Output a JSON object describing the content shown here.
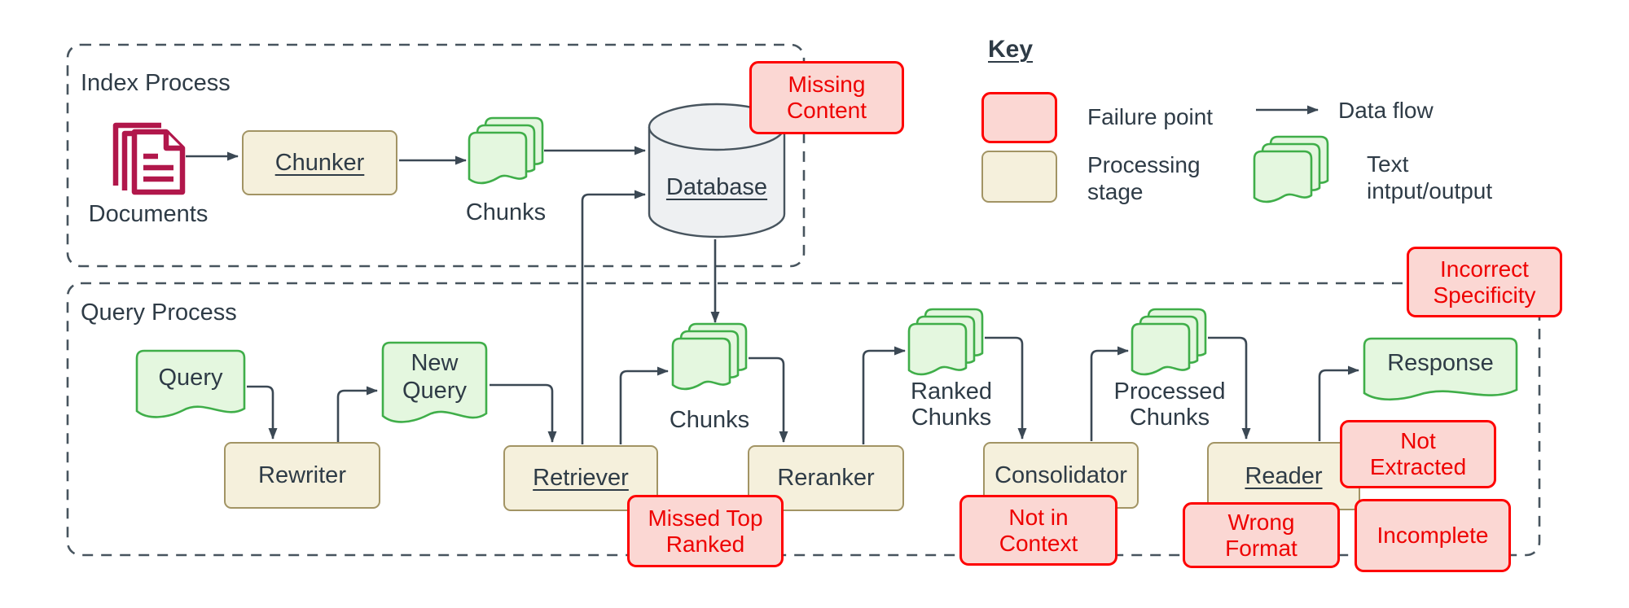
{
  "index_process": {
    "title": "Index Process",
    "documents_label": "Documents",
    "chunker_label": "Chunker",
    "chunks_label": "Chunks",
    "database_label": "Database",
    "failures": {
      "missing_content": "Missing Content"
    }
  },
  "query_process": {
    "title": "Query Process",
    "query_label": "Query",
    "rewriter_label": "Rewriter",
    "new_query_label": "New Query",
    "retriever_label": "Retriever",
    "chunks_label": "Chunks",
    "reranker_label": "Reranker",
    "ranked_chunks_label": "Ranked Chunks",
    "consolidator_label": "Consolidator",
    "processed_chunks_label": "Processed Chunks",
    "reader_label": "Reader",
    "response_label": "Response",
    "failures": {
      "missed_top_ranked": "Missed Top Ranked",
      "not_in_context": "Not in Context",
      "not_extracted": "Not Extracted",
      "wrong_format": "Wrong Format",
      "incomplete": "Incomplete",
      "incorrect_specificity": "Incorrect Specificity"
    }
  },
  "key": {
    "title": "Key",
    "failure_point_label": "Failure point",
    "processing_stage_label": "Processing stage",
    "data_flow_label": "Data flow",
    "text_io_label": "Text intput/output"
  },
  "colors": {
    "failure_fill": "#fbd7d3",
    "failure_border": "#fe0000",
    "failure_text": "#ee0000",
    "stage_fill": "#f5f0dc",
    "stage_border": "#a29464",
    "doc_fill": "#e4f7df",
    "doc_border": "#3fae49",
    "database_fill": "#eef0f2",
    "documents_icon": "#b1174b",
    "arrow": "#3b4854",
    "frame": "#47545e",
    "text": "#2e3b46"
  }
}
